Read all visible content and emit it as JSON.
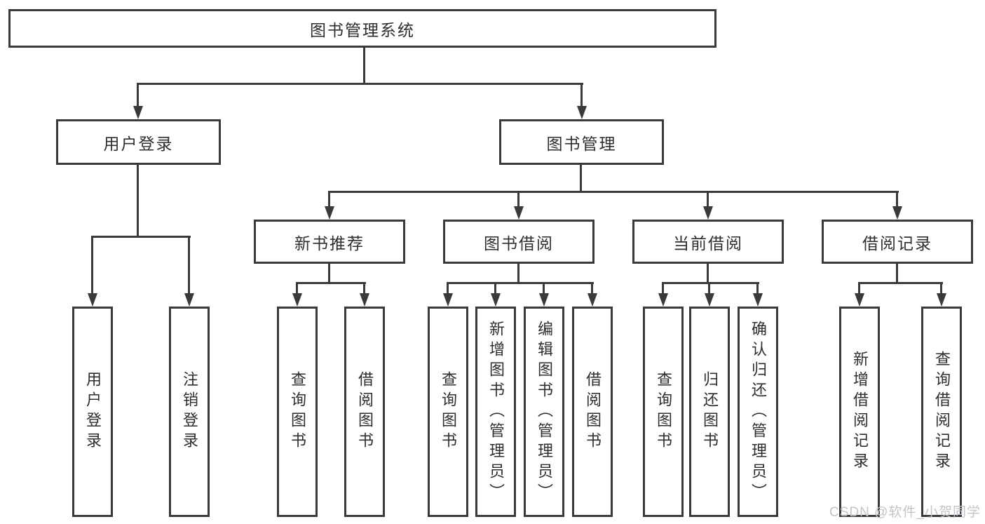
{
  "diagram_title": "图书管理系统",
  "tree": {
    "label": "图书管理系统",
    "children": [
      {
        "label": "用户登录",
        "children": [
          {
            "label": "用户登录"
          },
          {
            "label": "注销登录"
          }
        ]
      },
      {
        "label": "图书管理",
        "children": [
          {
            "label": "新书推荐",
            "children": [
              {
                "label": "查询图书"
              },
              {
                "label": "借阅图书"
              }
            ]
          },
          {
            "label": "图书借阅",
            "children": [
              {
                "label": "查询图书"
              },
              {
                "label": "新增图书（管理员）"
              },
              {
                "label": "编辑图书（管理员）"
              },
              {
                "label": "借阅图书"
              }
            ]
          },
          {
            "label": "当前借阅",
            "children": [
              {
                "label": "查询图书"
              },
              {
                "label": "归还图书"
              },
              {
                "label": "确认归还（管理员）"
              }
            ]
          },
          {
            "label": "借阅记录",
            "children": [
              {
                "label": "新增借阅记录"
              },
              {
                "label": "查询借阅记录"
              }
            ]
          }
        ]
      }
    ]
  },
  "watermark": "CSDN @软件_小贺同学",
  "colors": {
    "line": "#3a3a3a",
    "text": "#2e2e2e",
    "watermark": "#c2c5ca",
    "background": "#ffffff"
  }
}
